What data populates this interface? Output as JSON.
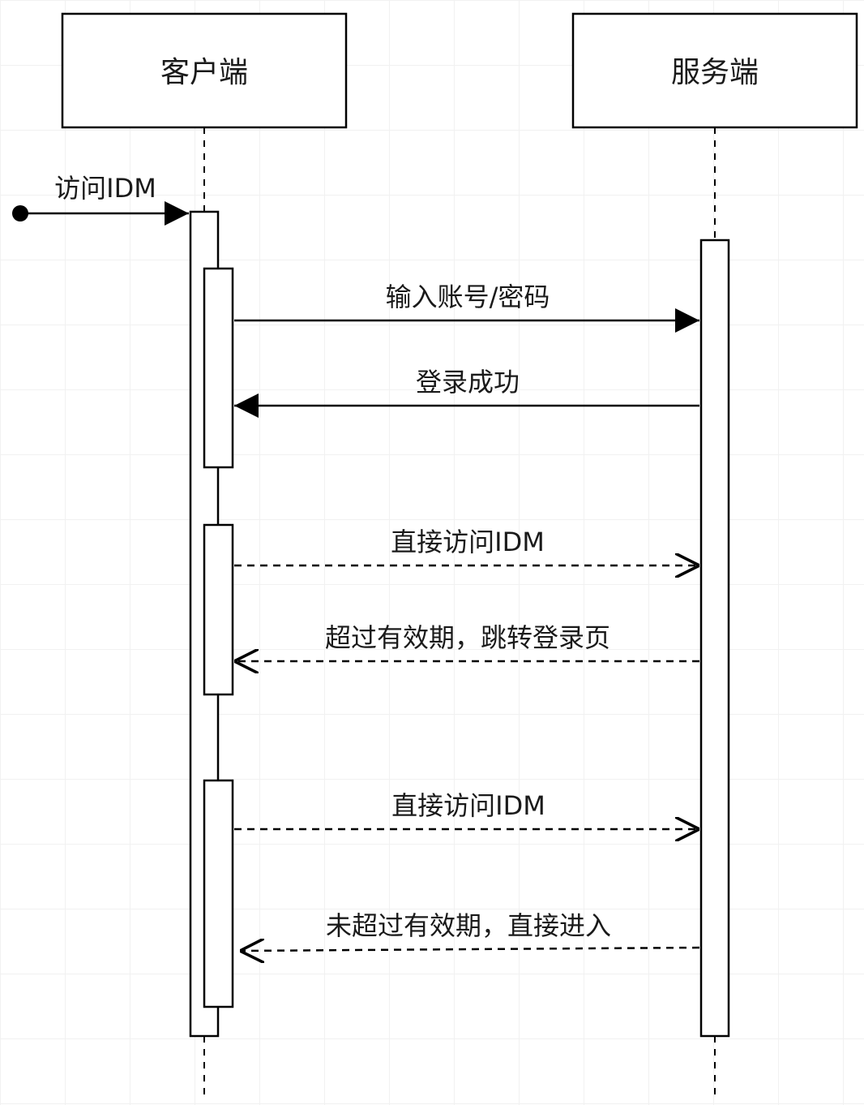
{
  "participants": {
    "client": {
      "name": "客户端"
    },
    "server": {
      "name": "服务端"
    }
  },
  "messages": [
    {
      "text": "访问IDM",
      "from": "start",
      "to": "client",
      "style": "solid"
    },
    {
      "text": "输入账号/密码",
      "from": "client",
      "to": "server",
      "style": "solid"
    },
    {
      "text": "登录成功",
      "from": "server",
      "to": "client",
      "style": "solid"
    },
    {
      "text": "直接访问IDM",
      "from": "client",
      "to": "server",
      "style": "dashed"
    },
    {
      "text": "超过有效期，跳转登录页",
      "from": "server",
      "to": "client",
      "style": "dashed"
    },
    {
      "text": "直接访问IDM",
      "from": "client",
      "to": "server",
      "style": "dashed"
    },
    {
      "text": "未超过有效期，直接进入",
      "from": "server",
      "to": "client",
      "style": "dashed"
    }
  ]
}
